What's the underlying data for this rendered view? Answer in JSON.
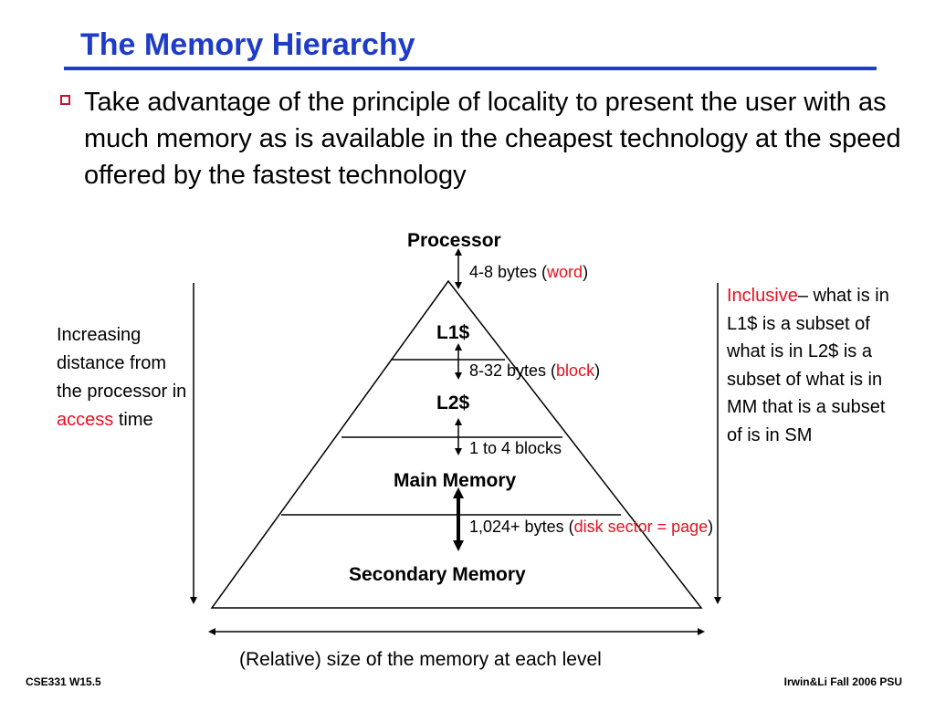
{
  "title": "The Memory Hierarchy",
  "bullet": "Take advantage of the principle of locality to present the user with as much memory as is available in the cheapest technology at the speed offered by the fastest technology",
  "diagram": {
    "processor": "Processor",
    "levels": [
      "L1$",
      "L2$",
      "Main Memory",
      "Secondary  Memory"
    ],
    "transfers": [
      {
        "text": "4-8 bytes (",
        "highlight": "word",
        "suffix": ")"
      },
      {
        "text": "8-32 bytes (",
        "highlight": "block",
        "suffix": ")"
      },
      {
        "text": "1 to 4 blocks",
        "highlight": "",
        "suffix": ""
      },
      {
        "text": "1,024+ bytes (",
        "highlight": "disk sector = page",
        "suffix": ")"
      }
    ],
    "left_note": {
      "text": "Increasing distance from the processor in",
      "highlight": "access",
      "suffix": "time"
    },
    "right_note": {
      "highlight": "Inclusive",
      "text": "– what is in L1$ is a subset of what is in L2$  is a subset of what is in MM that is a subset of is in SM"
    },
    "bottom_caption": "(Relative) size of the memory at each level"
  },
  "footer": {
    "left": "CSE331  W15.5",
    "right": "Irwin&Li Fall 2006 PSU"
  },
  "colors": {
    "title": "#1e3cc8",
    "highlight": "#e8101e",
    "bullet": "#c8102e"
  }
}
